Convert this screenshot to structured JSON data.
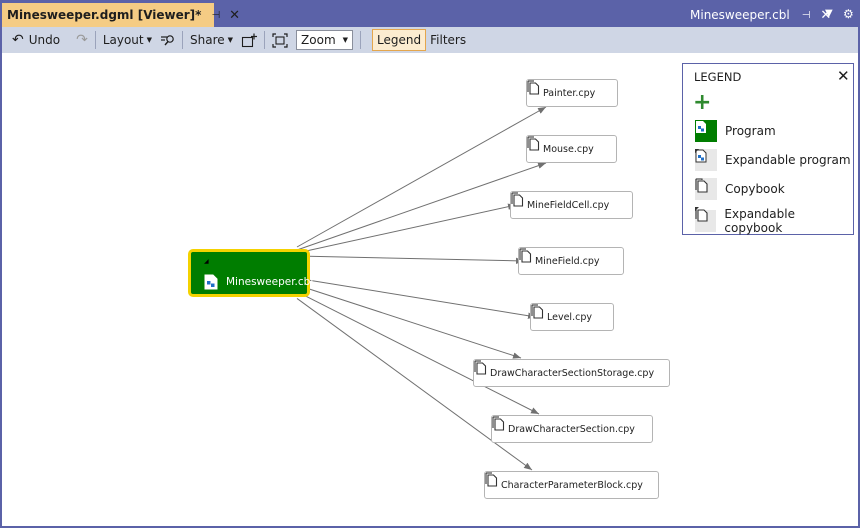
{
  "tabs": {
    "active": {
      "title": "Minesweeper.dgml [Viewer]*",
      "pin": "⊣",
      "close": "✕"
    },
    "other": {
      "title": "Minesweeper.cbl",
      "pin": "⊣",
      "close": "✕"
    },
    "menu_icon": "chevron-down-icon",
    "settings_icon": "gear-icon"
  },
  "toolbar": {
    "undo_label": "Undo",
    "layout_label": "Layout",
    "share_label": "Share",
    "zoom_value": "Zoom",
    "legend_label": "Legend",
    "filters_label": "Filters"
  },
  "graph": {
    "root": {
      "label": "Minesweeper.cbl",
      "type": "Program"
    },
    "nodes": [
      {
        "label": "Painter.cpy"
      },
      {
        "label": "Mouse.cpy"
      },
      {
        "label": "MineFieldCell.cpy"
      },
      {
        "label": "MineField.cpy"
      },
      {
        "label": "Level.cpy"
      },
      {
        "label": "DrawCharacterSectionStorage.cpy"
      },
      {
        "label": "DrawCharacterSection.cpy"
      },
      {
        "label": "CharacterParameterBlock.cpy"
      }
    ]
  },
  "legend": {
    "title": "LEGEND",
    "close": "✕",
    "add": "+",
    "items": [
      {
        "label": "Program",
        "color": "#007d00"
      },
      {
        "label": "Expandable program",
        "color": "#e8e8e8"
      },
      {
        "label": "Copybook",
        "color": "#e8e8e8"
      },
      {
        "label": "Expandable copybook",
        "color": "#e8e8e8"
      }
    ]
  },
  "colors": {
    "tab_bar": "#5b62a8",
    "active_tab": "#f5cc84",
    "toolbar": "#cfd6e5",
    "root_fill": "#007d00",
    "root_border": "#f4d200",
    "edge": "#707070"
  }
}
